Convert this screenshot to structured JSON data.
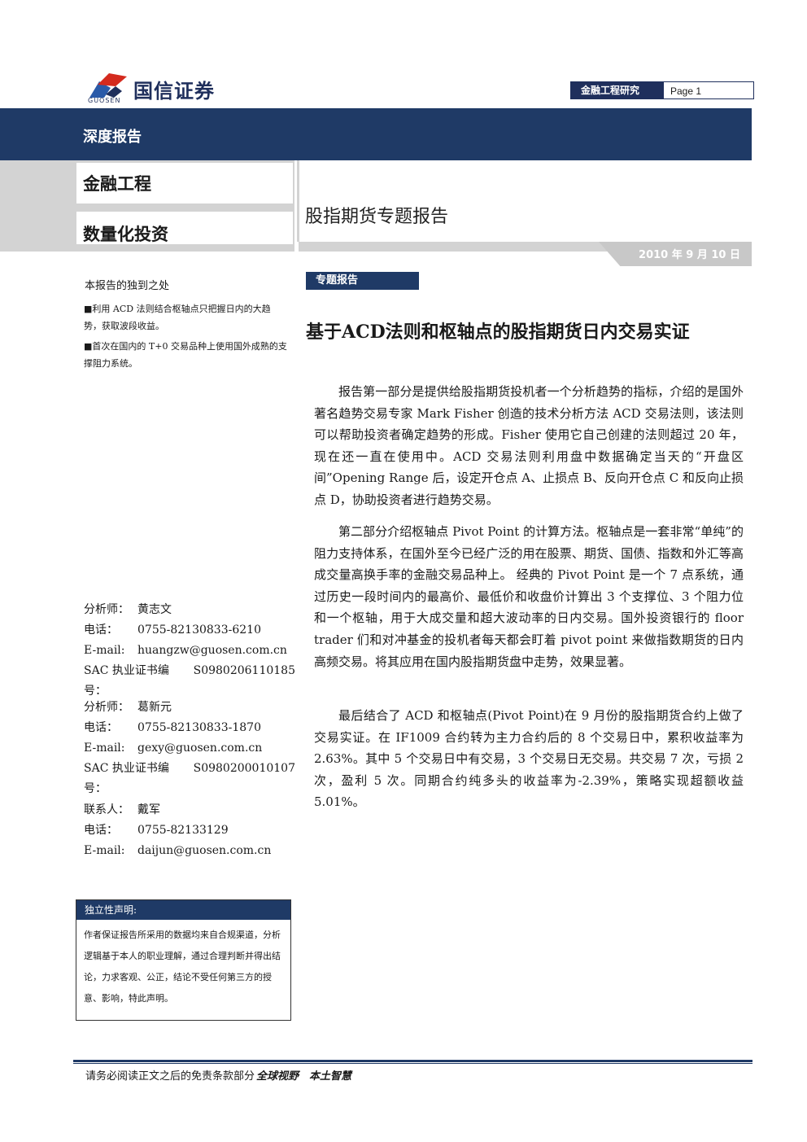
{
  "header": {
    "logo_cn": "国信证券",
    "logo_en": "GUOSEN",
    "department": "金融工程研究",
    "page_label": "Page 1"
  },
  "banner": {
    "report_type": "深度报告",
    "category1": "金融工程",
    "category2": "数量化投资",
    "series_title": "股指期货专题报告",
    "date": "2010 年 9 月 10 日"
  },
  "highlights": {
    "title": "本报告的独到之处",
    "items": [
      "■利用 ACD 法则结合枢轴点只把握日内的大趋势，获取波段收益。",
      "■首次在国内的 T+0 交易品种上使用国外成熟的支撑阻力系统。"
    ]
  },
  "contacts": [
    {
      "role_label": "分析师：",
      "name": "黄志文",
      "phone_label": "电话：",
      "phone": "0755-82130833-6210",
      "email_label": "E-mail:",
      "email": "huangzw@guosen.com.cn",
      "sac_label": "SAC 执业证书编号：",
      "sac": "S0980206110185"
    },
    {
      "role_label": "分析师：",
      "name": "葛新元",
      "phone_label": "电话：",
      "phone": "0755-82130833-1870",
      "email_label": "E-mail:",
      "email": "gexy@guosen.com.cn",
      "sac_label": "SAC 执业证书编号：",
      "sac": "S0980200010107"
    },
    {
      "role_label": "联系人：",
      "name": "戴军",
      "phone_label": "电话：",
      "phone": "0755-82133129",
      "email_label": "E-mail:",
      "email": "daijun@guosen.com.cn"
    }
  ],
  "disclaimer": {
    "title": "独立性声明:",
    "text": "作者保证报告所采用的数据均来自合规渠道，分析逻辑基于本人的职业理解，通过合理判断并得出结论，力求客观、公正，结论不受任何第三方的授意、影响，特此声明。"
  },
  "article": {
    "tag": "专题报告",
    "title": "基于ACD法则和枢轴点的股指期货日内交易实证",
    "paragraphs": [
      "报告第一部分是提供给股指期货投机者一个分析趋势的指标，介绍的是国外著名趋势交易专家 Mark Fisher 创造的技术分析方法 ACD 交易法则，该法则可以帮助投资者确定趋势的形成。Fisher 使用它自己创建的法则超过 20 年，现在还一直在使用中。ACD 交易法则利用盘中数据确定当天的“开盘区间”Opening Range 后，设定开仓点 A、止损点 B、反向开仓点 C 和反向止损点 D，协助投资者进行趋势交易。",
      "第二部分介绍枢轴点 Pivot Point 的计算方法。枢轴点是一套非常“单纯”的阻力支持体系，在国外至今已经广泛的用在股票、期货、国债、指数和外汇等高成交量高换手率的金融交易品种上。 经典的 Pivot Point 是一个 7 点系统，通过历史一段时间内的最高价、最低价和收盘价计算出 3 个支撑位、3 个阻力位和一个枢轴，用于大成交量和超大波动率的日内交易。国外投资银行的 floor trader 们和对冲基金的投机者每天都会盯着 pivot point 来做指数期货的日内高频交易。将其应用在国内股指期货盘中走势，效果显著。",
      "最后结合了 ACD 和枢轴点(Pivot Point)在 9 月份的股指期货合约上做了交易实证。在 IF1009 合约转为主力合约后的 8 个交易日中，累积收益率为 2.63%。其中 5 个交易日中有交易，3 个交易日无交易。共交易 7 次，亏损 2 次，盈利 5 次。同期合约纯多头的收益率为-2.39%，策略实现超额收益 5.01%。"
    ]
  },
  "footer": {
    "text": "请务必阅读正文之后的免责条款部分",
    "slogan": "全球视野　本土智慧"
  },
  "colors": {
    "navy": "#1f3a66",
    "logo_red": "#d42a1e",
    "logo_blue": "#2a5aa8",
    "gray": "#d3d3d3"
  }
}
